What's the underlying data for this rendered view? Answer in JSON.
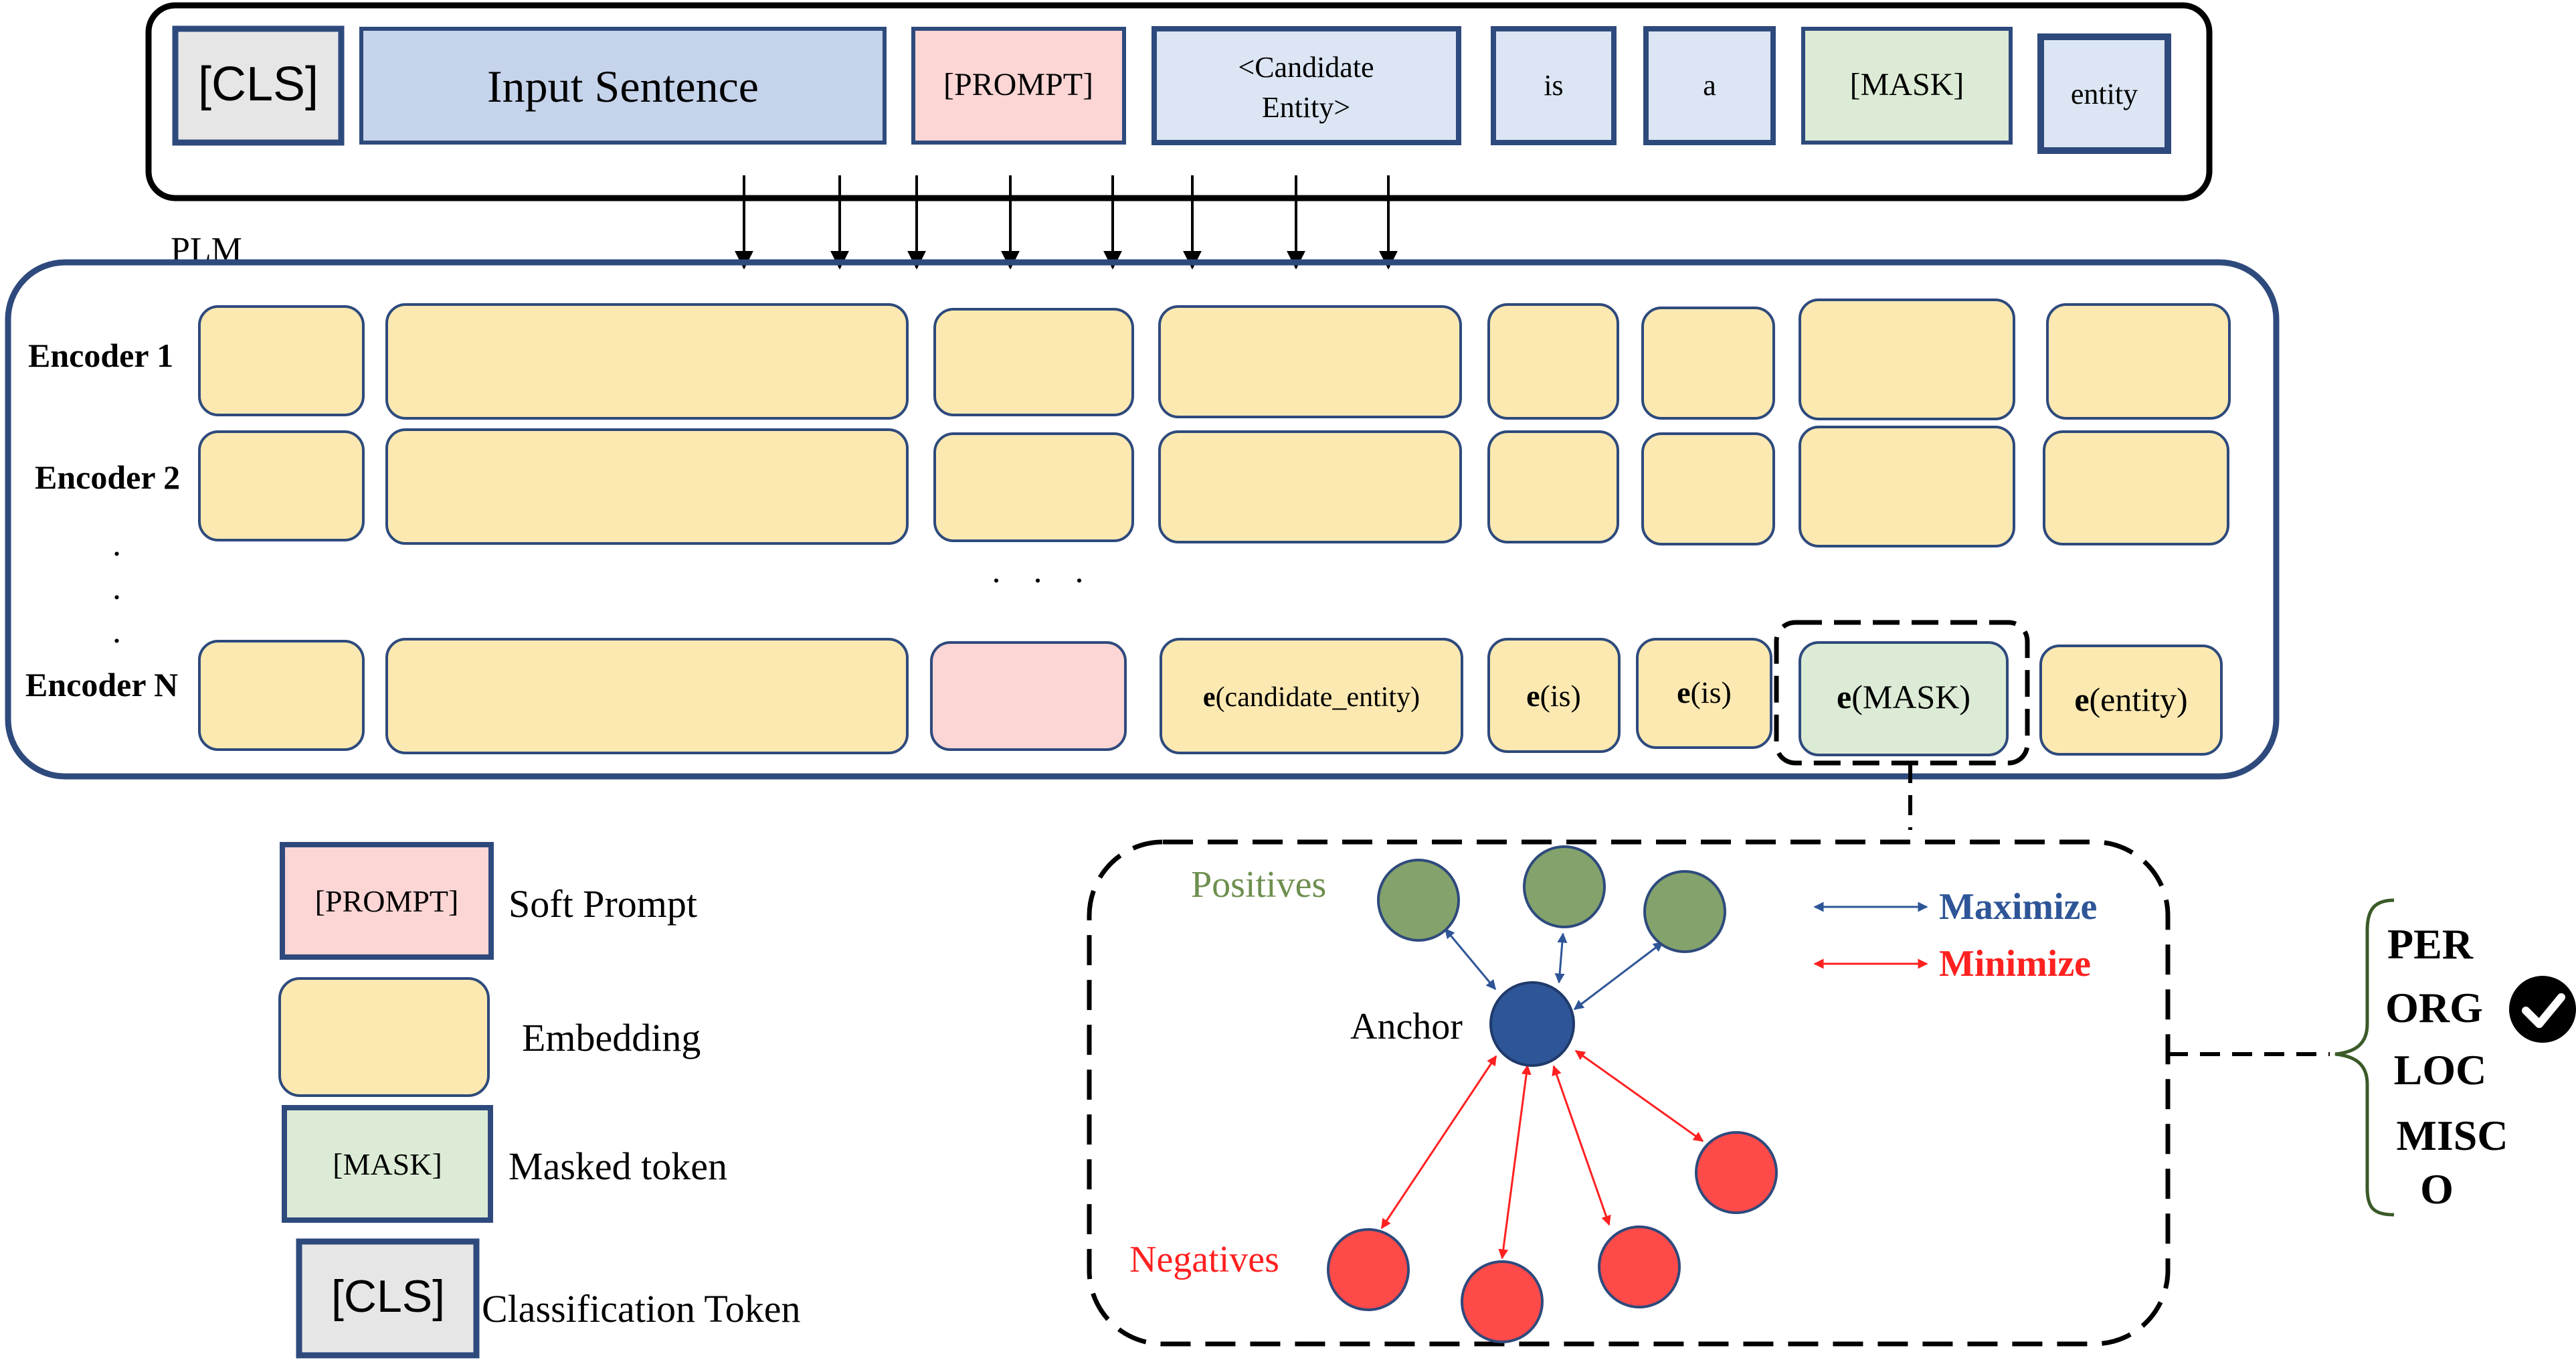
{
  "input": {
    "cls": "[CLS]",
    "sentence": "Input Sentence",
    "prompt": "[PROMPT]",
    "candidate_line1": "<Candidate",
    "candidate_line2": "Entity>",
    "is": "is",
    "a": "a",
    "mask": "[MASK]",
    "entity": "entity"
  },
  "plm": {
    "label": "PLM",
    "encoder1": "Encoder 1",
    "encoder2": "Encoder 2",
    "encoderN": "Encoder N",
    "dot": ".",
    "ellipsis": ". . .",
    "e": "e",
    "out_candidate": "(candidate_entity)",
    "out_is": "(is)",
    "out_is2": "(is)",
    "out_mask": "(MASK)",
    "out_entity": "(entity)"
  },
  "legend": {
    "prompt_box": "[PROMPT]",
    "prompt_label": "Soft Prompt",
    "embedding_label": "Embedding",
    "mask_box": "[MASK]",
    "mask_label": "Masked token",
    "cls_box": "[CLS]",
    "cls_label": "Classification Token"
  },
  "contrastive": {
    "positives": "Positives",
    "anchor": "Anchor",
    "negatives": "Negatives",
    "maximize": "Maximize",
    "minimize": "Minimize"
  },
  "classes": {
    "per": "PER",
    "org": "ORG",
    "loc": "LOC",
    "misc1": "MISC",
    "misc2": "O"
  },
  "colors": {
    "box_border": "#2e4a7d",
    "input_blue": "#c5d3eb",
    "prompt_pink": "#fcd5d5",
    "embedding_yellow": "#fce9b1",
    "mask_green": "#dcebd5",
    "cls_gray": "#e6e6e6",
    "positive": "#84a26b",
    "anchor": "#2e5597",
    "negative": "#ff4a4a",
    "maximize": "#2e5597",
    "minimize": "#ff2020",
    "positives_text": "#6e8f4f",
    "negatives_text": "#ff2020"
  }
}
